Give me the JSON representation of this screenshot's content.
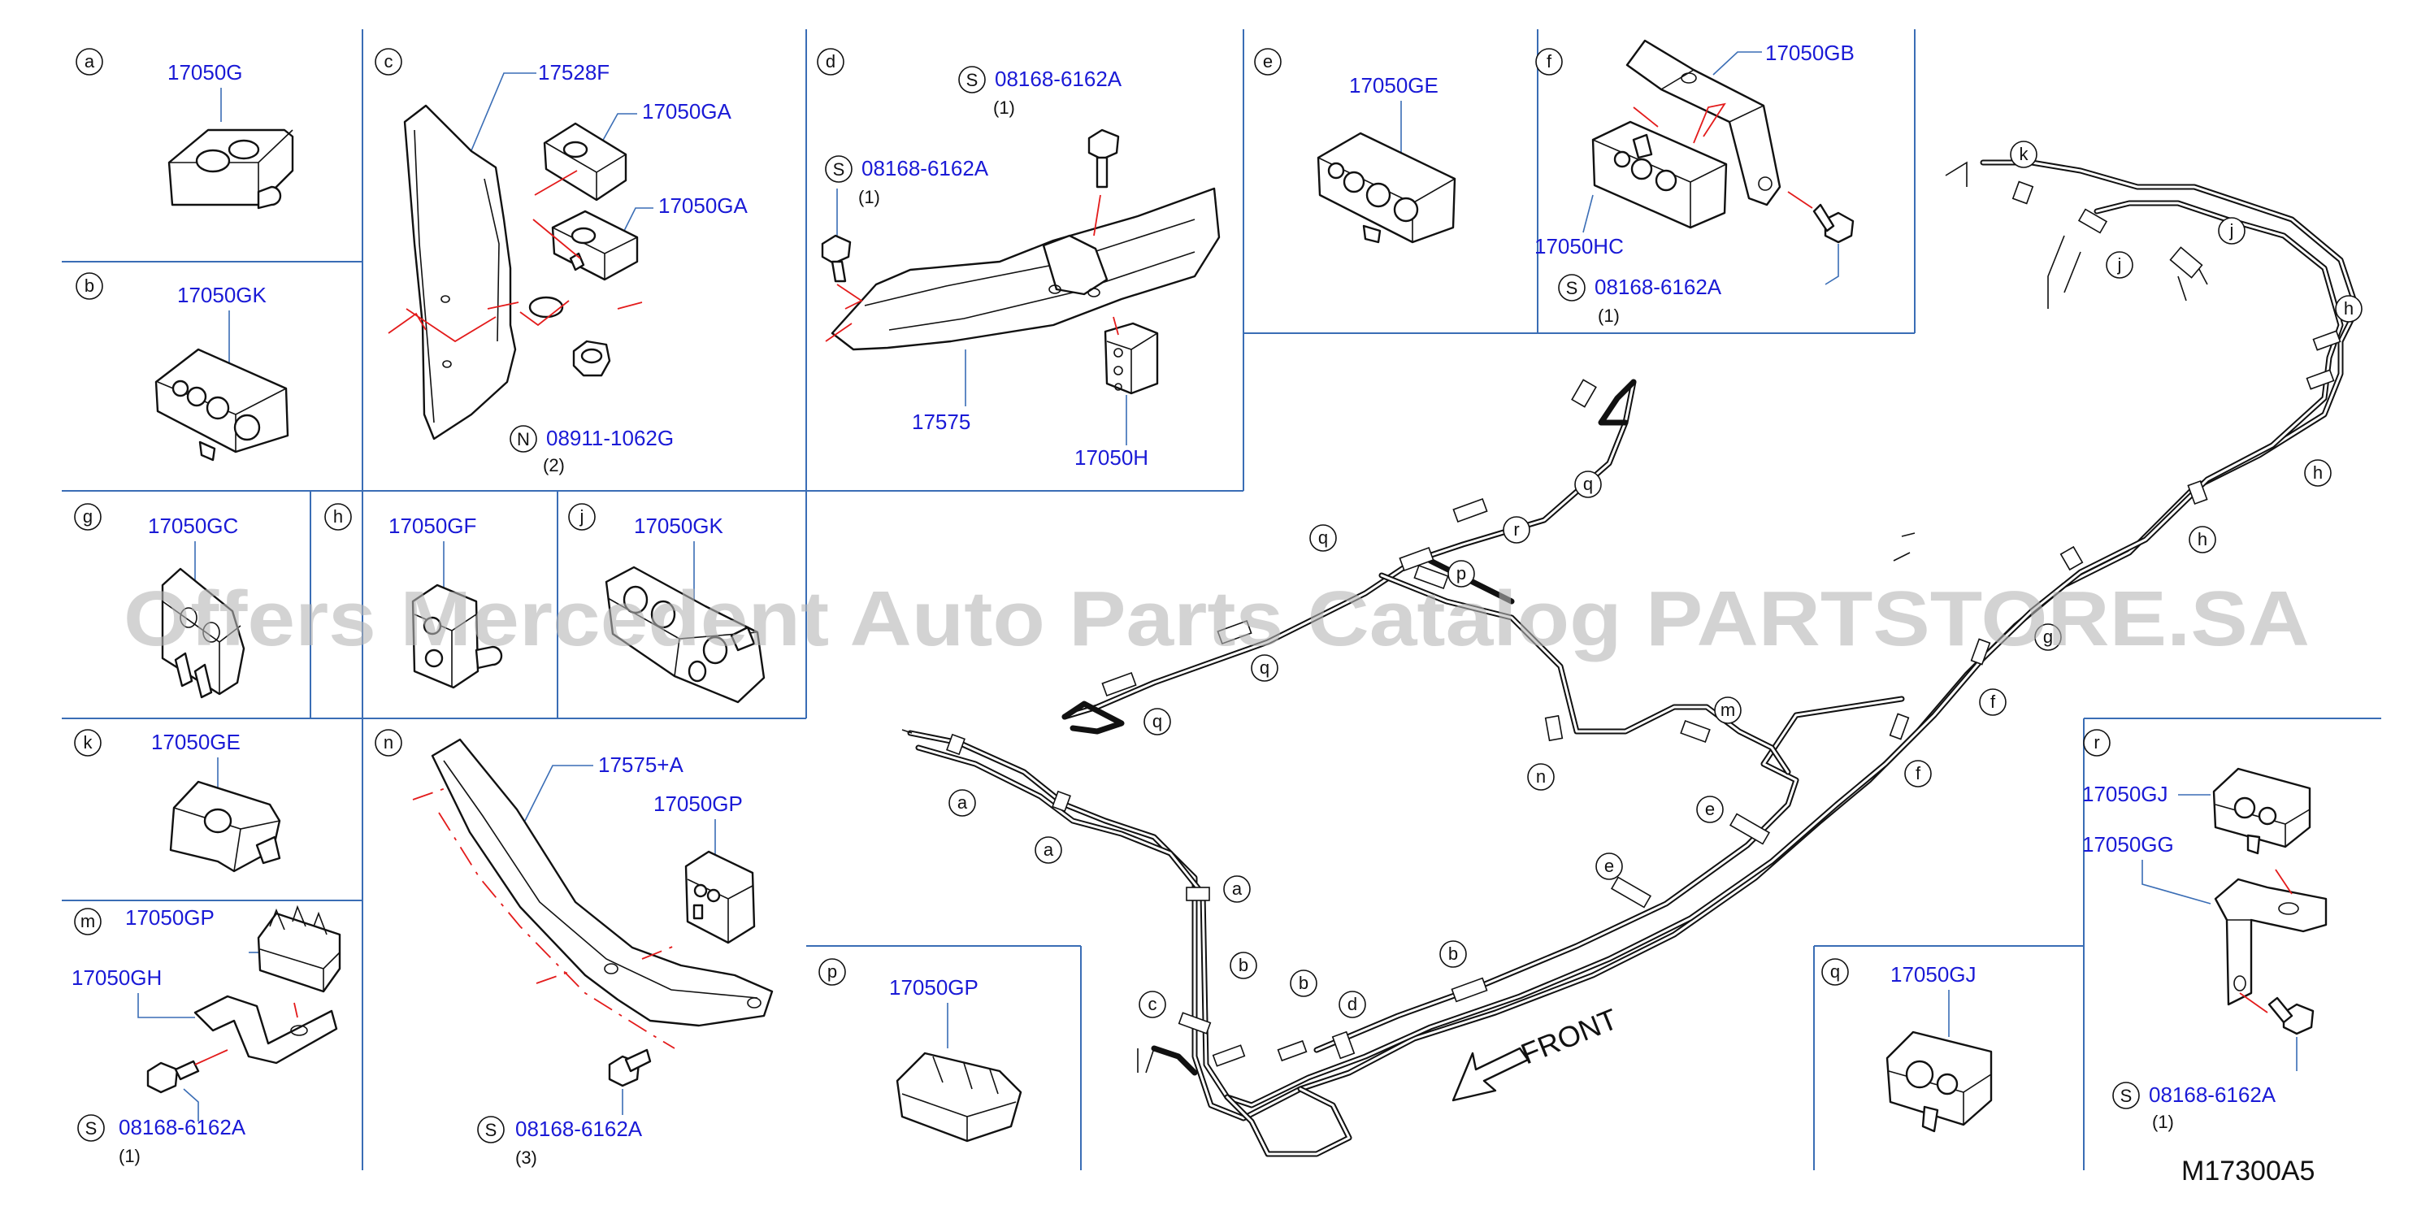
{
  "diagram_code": "M17300A5",
  "watermark": "Offers Mercedent Auto Parts Catalog PARTSTORE.SA",
  "front_label": "FRONT",
  "panels": {
    "a": {
      "letter": "a",
      "part": "17050G"
    },
    "b": {
      "letter": "b",
      "part": "17050GK"
    },
    "c": {
      "letter": "c",
      "part1": "17528F",
      "part2": "17050GA",
      "part3": "17050GA",
      "nut_prefix": "N",
      "nut_part": "08911-1062G",
      "nut_qty": "(2)"
    },
    "d": {
      "letter": "d",
      "bolt1_prefix": "S",
      "bolt1_part": "08168-6162A",
      "bolt1_qty": "(1)",
      "bolt2_prefix": "S",
      "bolt2_part": "08168-6162A",
      "bolt2_qty": "(1)",
      "part1": "17575",
      "part2": "17050H"
    },
    "e": {
      "letter": "e",
      "part": "17050GE"
    },
    "f": {
      "letter": "f",
      "part1": "17050GB",
      "part2": "17050HC",
      "bolt_prefix": "S",
      "bolt_part": "08168-6162A",
      "bolt_qty": "(1)"
    },
    "g": {
      "letter": "g",
      "part": "17050GC"
    },
    "h": {
      "letter": "h",
      "part": "17050GF"
    },
    "j": {
      "letter": "j",
      "part": "17050GK"
    },
    "k": {
      "letter": "k",
      "part": "17050GE"
    },
    "m": {
      "letter": "m",
      "part1": "17050GP",
      "part2": "17050GH",
      "bolt_prefix": "S",
      "bolt_part": "08168-6162A",
      "bolt_qty": "(1)"
    },
    "n": {
      "letter": "n",
      "part1": "17575+A",
      "part2": "17050GP",
      "bolt_prefix": "S",
      "bolt_part": "08168-6162A",
      "bolt_qty": "(3)"
    },
    "p": {
      "letter": "p",
      "part": "17050GP"
    },
    "q": {
      "letter": "q",
      "part": "17050GJ"
    },
    "r": {
      "letter": "r",
      "part1": "17050GJ",
      "part2": "17050GG",
      "bolt_prefix": "S",
      "bolt_part": "08168-6162A",
      "bolt_qty": "(1)"
    }
  },
  "callouts": {
    "a": "a",
    "b": "b",
    "c": "c",
    "d": "d",
    "e": "e",
    "f": "f",
    "g": "g",
    "h": "h",
    "j": "j",
    "k": "k",
    "m": "m",
    "n": "n",
    "p": "p",
    "q": "q",
    "r": "r"
  }
}
